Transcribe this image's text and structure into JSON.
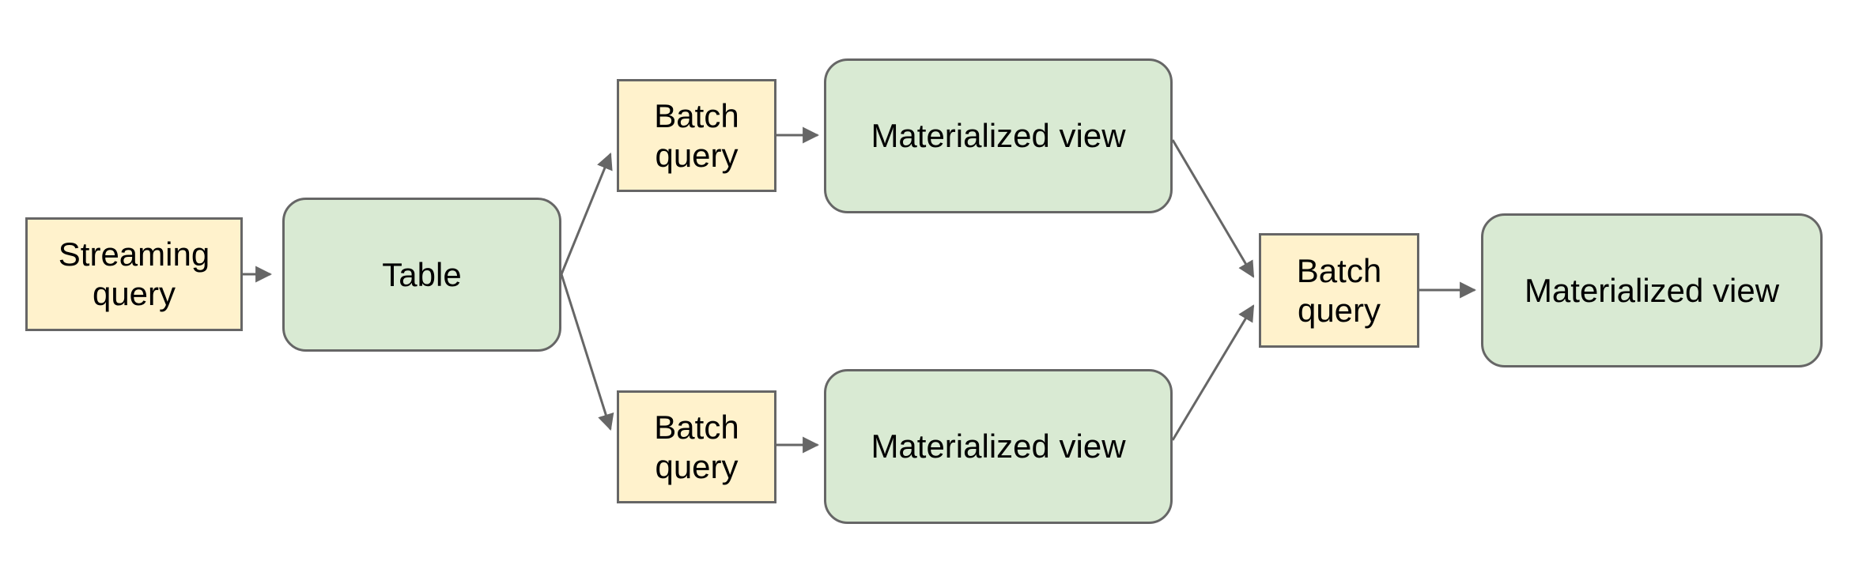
{
  "diagram": {
    "background_color": "#ffffff",
    "border_color": "#666666",
    "arrow_color": "#666666",
    "query_fill_color": "#fff2cc",
    "store_fill_color": "#d9ead3",
    "text_color": "#000000",
    "nodes": [
      {
        "id": "streaming-query",
        "label": "Streaming query",
        "shape": "rectangle",
        "fill": "#fff2cc"
      },
      {
        "id": "table",
        "label": "Table",
        "shape": "rounded-rectangle",
        "fill": "#d9ead3"
      },
      {
        "id": "batch-query-top",
        "label": "Batch query",
        "shape": "rectangle",
        "fill": "#fff2cc"
      },
      {
        "id": "materialized-view-top",
        "label": "Materialized view",
        "shape": "rounded-rectangle",
        "fill": "#d9ead3"
      },
      {
        "id": "batch-query-bottom",
        "label": "Batch query",
        "shape": "rectangle",
        "fill": "#fff2cc"
      },
      {
        "id": "materialized-view-bottom",
        "label": "Materialized view",
        "shape": "rounded-rectangle",
        "fill": "#d9ead3"
      },
      {
        "id": "batch-query-right",
        "label": "Batch query",
        "shape": "rectangle",
        "fill": "#fff2cc"
      },
      {
        "id": "materialized-view-right",
        "label": "Materialized view",
        "shape": "rounded-rectangle",
        "fill": "#d9ead3"
      }
    ],
    "edges": [
      {
        "from": "streaming-query",
        "to": "table"
      },
      {
        "from": "table",
        "to": "batch-query-top"
      },
      {
        "from": "table",
        "to": "batch-query-bottom"
      },
      {
        "from": "batch-query-top",
        "to": "materialized-view-top"
      },
      {
        "from": "batch-query-bottom",
        "to": "materialized-view-bottom"
      },
      {
        "from": "materialized-view-top",
        "to": "batch-query-right"
      },
      {
        "from": "materialized-view-bottom",
        "to": "batch-query-right"
      },
      {
        "from": "batch-query-right",
        "to": "materialized-view-right"
      }
    ]
  }
}
